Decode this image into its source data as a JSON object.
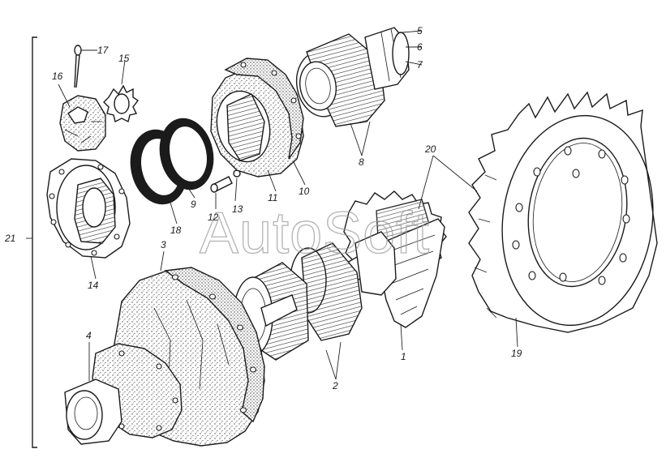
{
  "watermark": "AutoSoft",
  "labels": {
    "l1": "1",
    "l2": "2",
    "l3": "3",
    "l4": "4",
    "l5": "5",
    "l6": "6",
    "l7": "7",
    "l8": "8",
    "l9": "9",
    "l10": "10",
    "l11": "11",
    "l12": "12",
    "l13": "13",
    "l14": "14",
    "l15": "15",
    "l16": "16",
    "l17": "17",
    "l18": "18",
    "l19": "19",
    "l20": "20",
    "l21": "21"
  },
  "colors": {
    "ink": "#1b1b1b",
    "stipple": "#4a4a4a",
    "paper": "#ffffff",
    "watermark": "#9a9a9a"
  }
}
